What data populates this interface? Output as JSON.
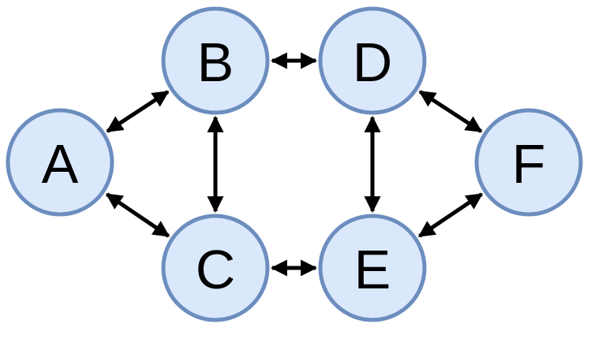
{
  "nodes": [
    {
      "id": "A",
      "label": "A"
    },
    {
      "id": "B",
      "label": "B"
    },
    {
      "id": "C",
      "label": "C"
    },
    {
      "id": "D",
      "label": "D"
    },
    {
      "id": "E",
      "label": "E"
    },
    {
      "id": "F",
      "label": "F"
    }
  ],
  "edges": [
    {
      "from": "A",
      "to": "B",
      "direction": "both"
    },
    {
      "from": "A",
      "to": "C",
      "direction": "both"
    },
    {
      "from": "B",
      "to": "C",
      "direction": "both"
    },
    {
      "from": "B",
      "to": "D",
      "direction": "both"
    },
    {
      "from": "C",
      "to": "E",
      "direction": "both"
    },
    {
      "from": "D",
      "to": "E",
      "direction": "both"
    },
    {
      "from": "D",
      "to": "F",
      "direction": "both"
    },
    {
      "from": "E",
      "to": "F",
      "direction": "both"
    }
  ],
  "colors": {
    "node_fill": "#dae8fc",
    "node_stroke": "#6c8ebf",
    "edge": "#000000",
    "text": "#000000"
  }
}
